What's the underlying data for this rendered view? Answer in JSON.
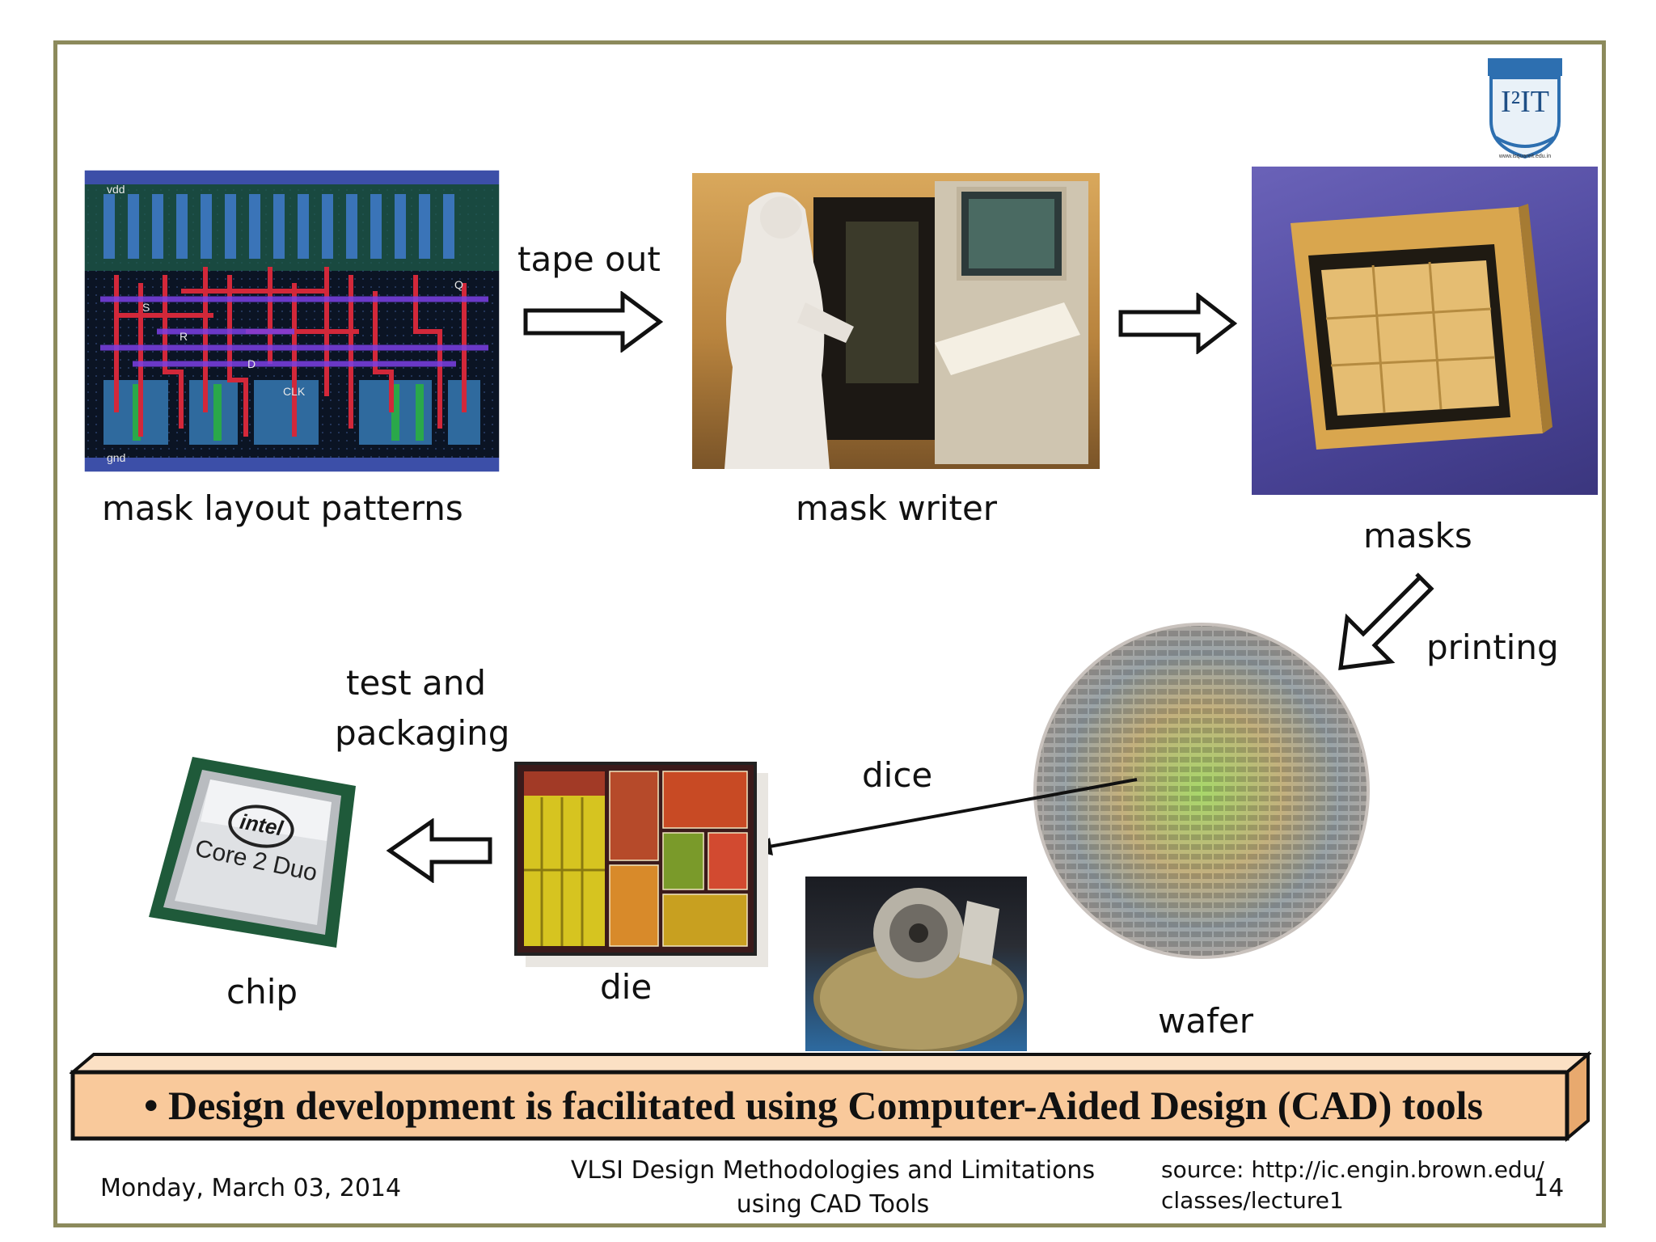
{
  "slide": {
    "logo_text": "I²IT",
    "logo_url": "www.isquareit.edu.in",
    "captions": {
      "mask_layout": "mask layout patterns",
      "mask_writer": "mask writer",
      "masks": "masks",
      "tape_out": "tape out",
      "printing": "printing",
      "test_line1": "test and",
      "test_line2": "packaging",
      "dice": "dice",
      "chip": "chip",
      "die": "die",
      "wafer": "wafer"
    },
    "layout_labels": {
      "vdd": "vdd",
      "gnd": "gnd",
      "s": "S",
      "r": "R",
      "d": "D",
      "clk": "CLK",
      "q": "Q"
    },
    "chip_brand": "intel",
    "chip_model": "Core 2 Duo",
    "banner": "• Design development is facilitated using Computer-Aided Design (CAD) tools",
    "footer": {
      "date": "Monday, March 03, 2014",
      "title_line1": "VLSI Design Methodologies and Limitations",
      "title_line2": "using CAD Tools",
      "source_line1": "source: http://ic.engin.brown.edu/",
      "source_line2": "classes/lecture1",
      "page_number": "14"
    },
    "colors": {
      "frame": "#8c8a5c",
      "banner_fill": "#f9c99b",
      "banner_side": "#e8a96e"
    }
  }
}
